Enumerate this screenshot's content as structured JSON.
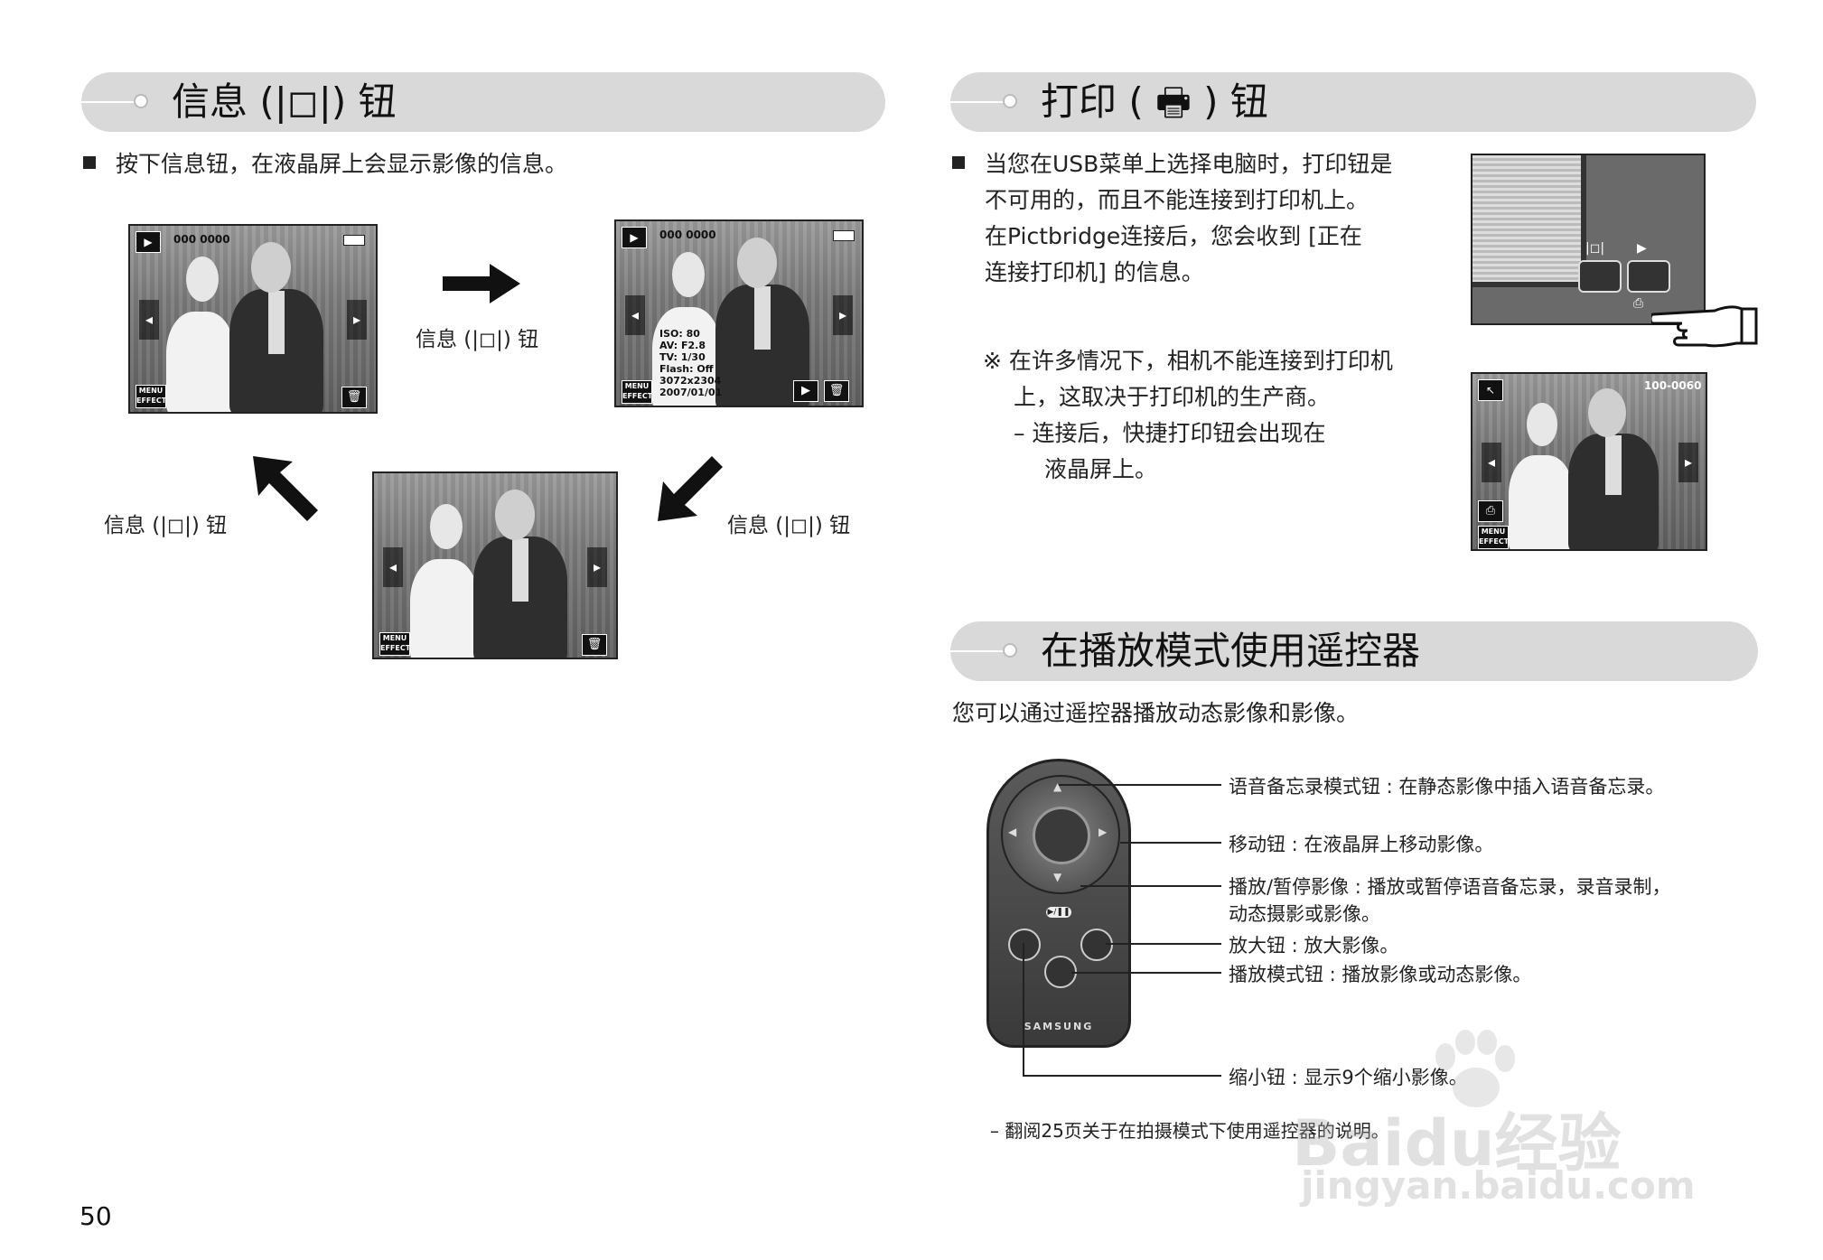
{
  "left": {
    "header": "信息 (|◻|) 钮",
    "intro": "按下信息钮，在液晶屏上会显示影像的信息。",
    "screen1": {
      "counter": "000 0000"
    },
    "screen2": {
      "counter": "000 0000",
      "info": [
        "ISO: 80",
        "AV: F2.8",
        "TV: 1/30",
        "Flash: Off",
        "3072x2304",
        "2007/01/01"
      ]
    },
    "labels": {
      "arrow_right": "信息 (|◻|) 钮",
      "arrow_up_left": "信息 (|◻|) 钮",
      "arrow_down_left": "信息 (|◻|) 钮"
    },
    "menu_label": "MENU EFFECT"
  },
  "right": {
    "print_header": "打印 ( 🖶 ) 钮",
    "print_text": [
      "当您在USB菜单上选择电脑时，打印钮是",
      "不可用的，而且不能连接到打印机上。",
      "在Pictbridge连接后，您会收到 [正在",
      "连接打印机] 的信息。"
    ],
    "note": [
      "※  在许多情况下，相机不能连接到打印机",
      "上，这取决于打印机的生产商。",
      "–  连接后，快捷打印钮会出现在",
      "液晶屏上。"
    ],
    "print_screen_counter": "100-0060",
    "remote_header": "在播放模式使用遥控器",
    "remote_intro": "您可以通过遥控器播放动态影像和影像。",
    "remote_labels": [
      "语音备忘录模式钮 : 在静态影像中插入语音备忘录。",
      "移动钮 : 在液晶屏上移动影像。",
      "播放/暂停影像 : 播放或暂停语音备忘录，录音录制，",
      "动态摄影或影像。",
      "放大钮 : 放大影像。",
      "播放模式钮 : 播放影像或动态影像。",
      "缩小钮 : 显示9个缩小影像。"
    ],
    "remote_brand": "SAMSUNG",
    "footnote": "– 翻阅25页关于在拍摄模式下使用遥控器的说明。"
  },
  "page_number": "50",
  "watermark": {
    "brand": "Baidu经验",
    "url": "jingyan.baidu.com"
  }
}
